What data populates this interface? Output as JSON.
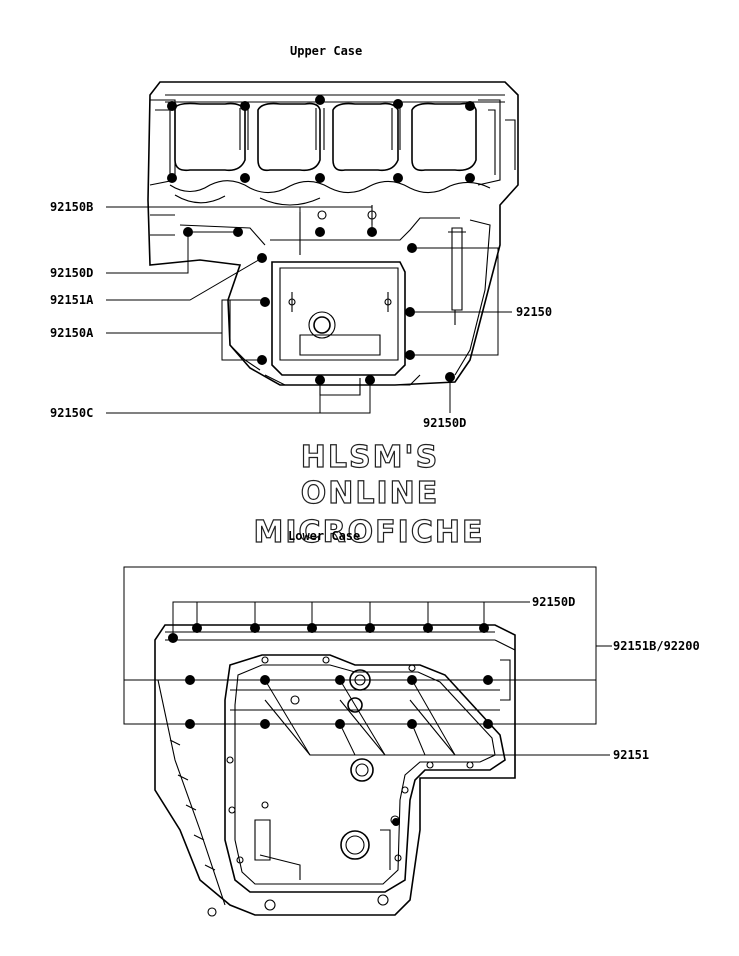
{
  "diagram": {
    "upper_title": "Upper Case",
    "lower_title": "Lower Case",
    "watermark": [
      "HLSM'S",
      "ONLINE",
      "MICROFICHE"
    ],
    "upper_labels": {
      "l1": "92150B",
      "l2": "92150D",
      "l3": "92151A",
      "l4": "92150A",
      "l5": "92150C",
      "l6": "92150",
      "l7": "92150D"
    },
    "lower_labels": {
      "l1": "92150D",
      "l2": "92151B/92200",
      "l3": "92151"
    }
  }
}
